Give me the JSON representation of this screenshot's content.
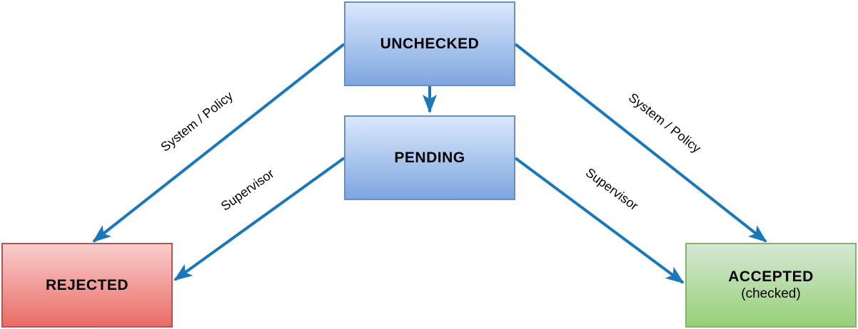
{
  "diagram": {
    "nodes": {
      "unchecked": {
        "label": "UNCHECKED"
      },
      "pending": {
        "label": "PENDING"
      },
      "rejected": {
        "label": "REJECTED"
      },
      "accepted": {
        "label": "ACCEPTED",
        "sublabel": "(checked)"
      }
    },
    "edges": {
      "unchecked_to_pending": {
        "label": ""
      },
      "unchecked_to_rejected": {
        "label": "System / Policy"
      },
      "unchecked_to_accepted": {
        "label": "System / Policy"
      },
      "pending_to_rejected": {
        "label": "Supervisor"
      },
      "pending_to_accepted": {
        "label": "Supervisor"
      }
    },
    "colors": {
      "arrow": "#1878be",
      "blue_fill_top": "#dae8fc",
      "blue_fill_bottom": "#7ea6e0",
      "blue_border": "#6c8ebf",
      "red_fill_top": "#f8cecc",
      "red_fill_bottom": "#ea6b66",
      "red_border": "#b85450",
      "green_fill_top": "#d5e8d4",
      "green_fill_bottom": "#97d077",
      "green_border": "#82b366",
      "label_text": "#000000"
    }
  }
}
